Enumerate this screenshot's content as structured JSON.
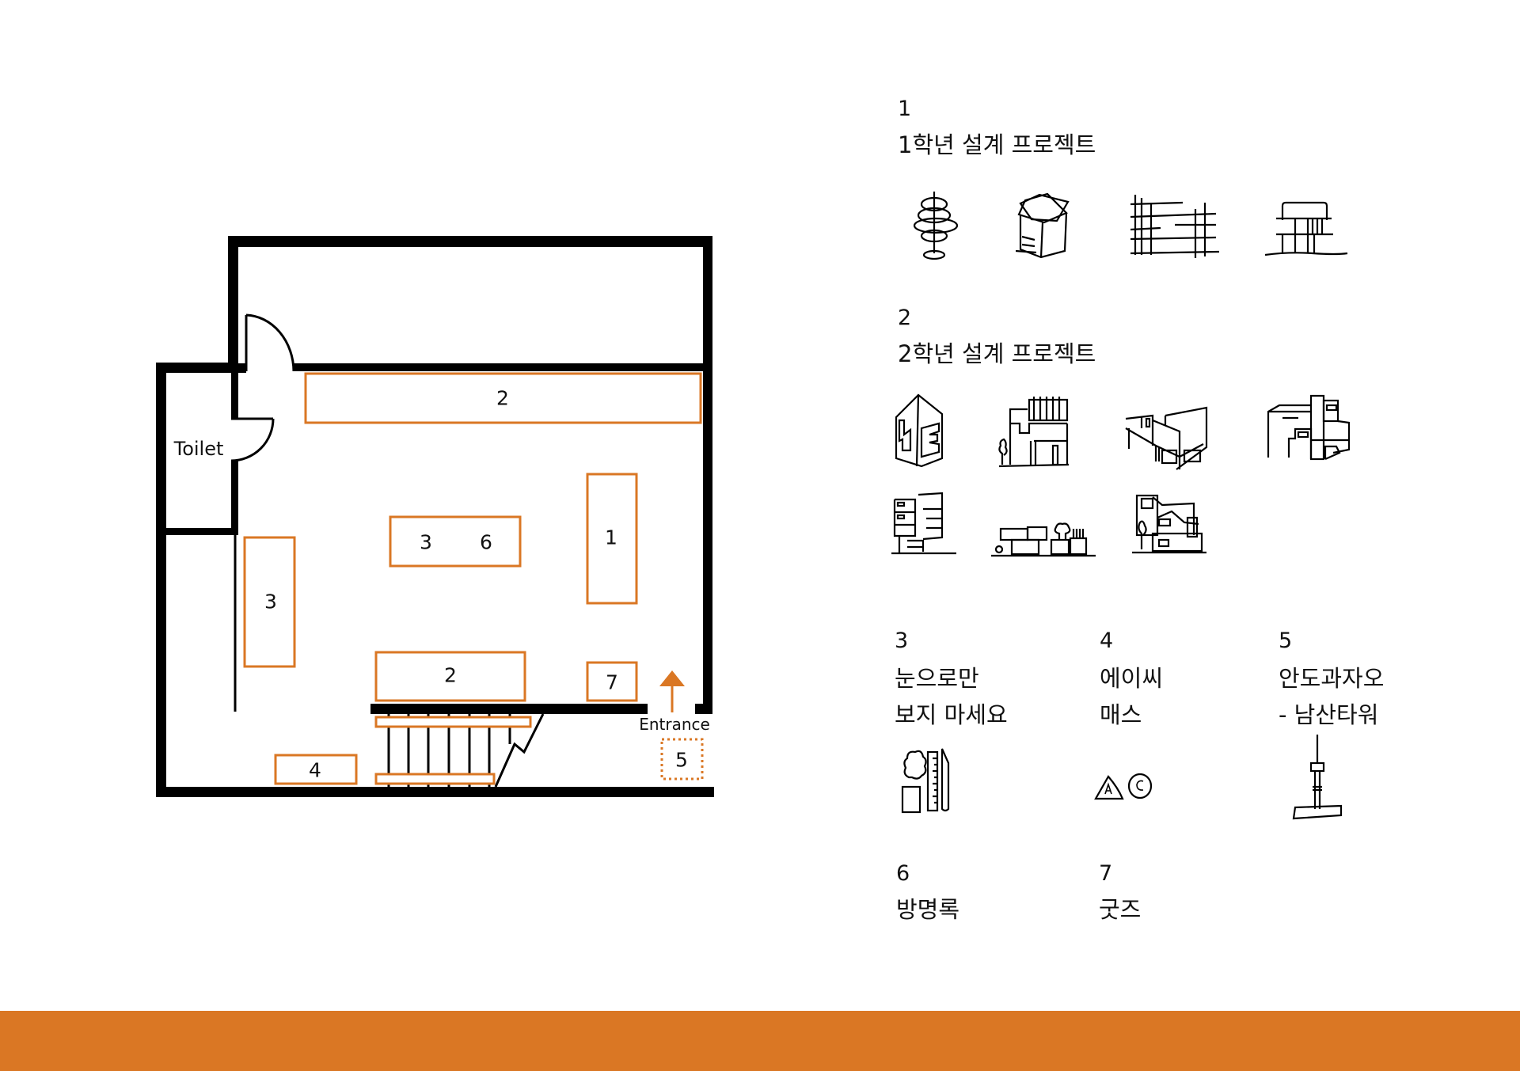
{
  "colors": {
    "accent": "#DA7724",
    "wall": "#000000",
    "text": "#111111",
    "background": "#FFFFFF"
  },
  "floorplan": {
    "toilet_label": "Toilet",
    "entrance_label": "Entrance",
    "booths": [
      {
        "id": "booth-2-top",
        "labels": [
          "2"
        ]
      },
      {
        "id": "booth-3-6",
        "labels": [
          "3",
          "6"
        ]
      },
      {
        "id": "booth-1",
        "labels": [
          "1"
        ]
      },
      {
        "id": "booth-3-left",
        "labels": [
          "3"
        ]
      },
      {
        "id": "booth-2-bottom",
        "labels": [
          "2"
        ]
      },
      {
        "id": "booth-7",
        "labels": [
          "7"
        ]
      },
      {
        "id": "booth-4",
        "labels": [
          "4"
        ]
      },
      {
        "id": "booth-5",
        "labels": [
          "5"
        ],
        "style": "dotted"
      }
    ]
  },
  "legend": {
    "items": [
      {
        "number": "1",
        "lines": [
          "1학년 설계 프로젝트"
        ],
        "icons": [
          "spiral-tower-sketch-icon",
          "twisted-cube-sketch-icon",
          "grid-lines-sketch-icon",
          "pavilion-sketch-icon"
        ]
      },
      {
        "number": "2",
        "lines": [
          "2학년 설계 프로젝트"
        ],
        "icons": [
          "letter-building-sketch-icon",
          "louvered-house-sketch-icon",
          "angled-building-sketch-icon",
          "stacked-volumes-sketch-icon",
          "terraced-tower-sketch-icon",
          "low-blocks-sketch-icon",
          "complex-facade-sketch-icon"
        ]
      },
      {
        "number": "3",
        "lines": [
          "눈으로만",
          "보지 마세요"
        ],
        "icons": [
          "model-tools-sketch-icon"
        ]
      },
      {
        "number": "4",
        "lines": [
          "에이씨",
          "매스"
        ],
        "icons": [
          "a-c-mass-sketch-icon"
        ]
      },
      {
        "number": "5",
        "lines": [
          "안도과자오",
          "- 남산타워"
        ],
        "icons": [
          "namsan-tower-sketch-icon"
        ]
      },
      {
        "number": "6",
        "lines": [
          "방명록"
        ],
        "icons": []
      },
      {
        "number": "7",
        "lines": [
          "굿즈"
        ],
        "icons": []
      }
    ]
  }
}
